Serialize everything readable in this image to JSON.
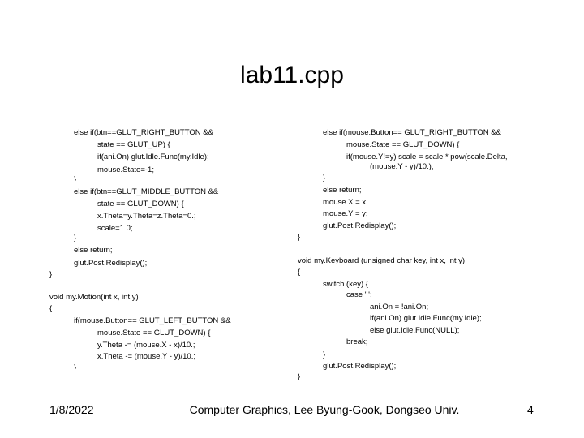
{
  "slide": {
    "title": "lab11.cpp",
    "footer": {
      "date": "1/8/2022",
      "course": "Computer Graphics, Lee Byung-Gook, Dongseo Univ.",
      "page_number": "4"
    }
  },
  "left_code": [
    "else if(btn==GLUT_RIGHT_BUTTON &&",
    "state == GLUT_UP) {",
    "if(ani.On) glut.Idle.Func(my.Idle);",
    "mouse.State=-1;",
    "}",
    "else if(btn==GLUT_MIDDLE_BUTTON &&",
    "state == GLUT_DOWN) {",
    "x.Theta=y.Theta=z.Theta=0.;",
    "scale=1.0;",
    "}",
    "else return;",
    "glut.Post.Redisplay();",
    "}",
    "void my.Motion(int x, int y)",
    "{",
    "if(mouse.Button== GLUT_LEFT_BUTTON &&",
    "mouse.State == GLUT_DOWN) {",
    "y.Theta -= (mouse.X - x)/10.;",
    "x.Theta -= (mouse.Y - y)/10.;",
    "}"
  ],
  "right_code": [
    "else if(mouse.Button== GLUT_RIGHT_BUTTON &&",
    "mouse.State == GLUT_DOWN) {",
    "if(mouse.Y!=y) scale = scale * pow(scale.Delta,",
    "(mouse.Y - y)/10.);",
    "}",
    "else return;",
    "mouse.X = x;",
    "mouse.Y = y;",
    "glut.Post.Redisplay();",
    "}",
    "void my.Keyboard (unsigned char key, int x, int y)",
    "{",
    "switch (key) {",
    "case ' ':",
    "ani.On = !ani.On;",
    "if(ani.On) glut.Idle.Func(my.Idle);",
    "else glut.Idle.Func(NULL);",
    "break;",
    "}",
    "glut.Post.Redisplay();",
    "}"
  ]
}
